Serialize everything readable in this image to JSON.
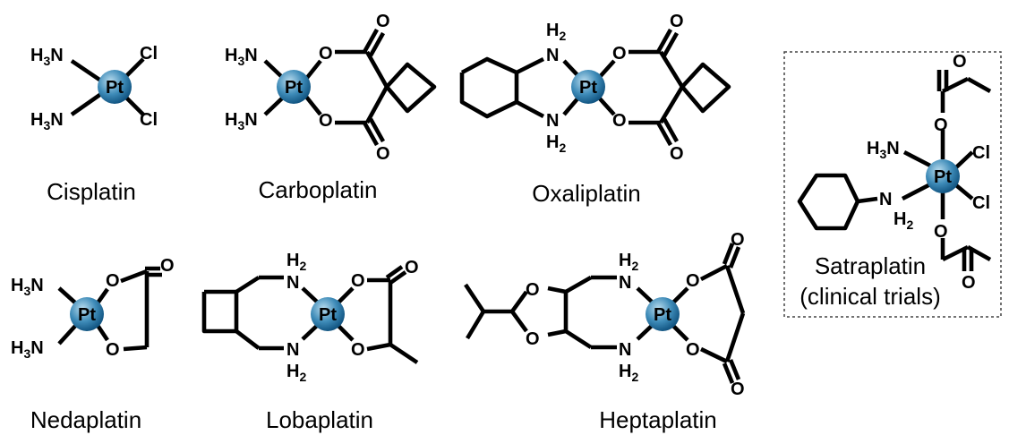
{
  "metal": {
    "symbol": "Pt",
    "color_light": "#b9dcee",
    "color_mid": "#3e8bb8",
    "color_dark": "#0d4f7c"
  },
  "atoms": {
    "H3N": "H3N",
    "NH2": "NH2",
    "H2N": "H2N",
    "H2": "H2",
    "N": "N",
    "Cl": "Cl",
    "O": "O"
  },
  "compounds": [
    {
      "id": "cisplatin",
      "name": "Cisplatin"
    },
    {
      "id": "carboplatin",
      "name": "Carboplatin"
    },
    {
      "id": "oxaliplatin",
      "name": "Oxaliplatin"
    },
    {
      "id": "satraplatin",
      "name": "Satraplatin",
      "note": "(clinical trials)"
    },
    {
      "id": "nedaplatin",
      "name": "Nedaplatin"
    },
    {
      "id": "lobaplatin",
      "name": "Lobaplatin"
    },
    {
      "id": "heptaplatin",
      "name": "Heptaplatin"
    }
  ]
}
